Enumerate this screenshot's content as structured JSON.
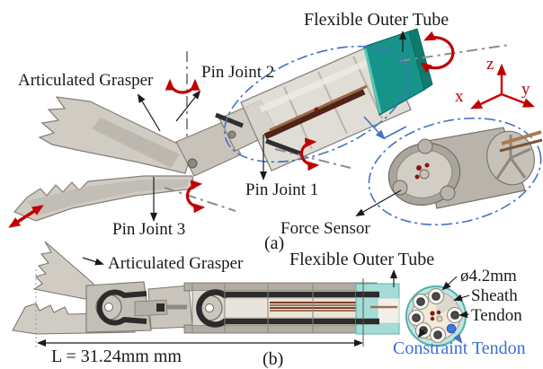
{
  "figure": {
    "panel_a": {
      "caption": "(a)",
      "labels": {
        "flexible_outer_tube": "Flexible Outer Tube",
        "articulated_grasper": "Articulated Grasper",
        "pin_joint_2": "Pin Joint 2",
        "pin_joint_1": "Pin Joint 1",
        "pin_joint_3": "Pin Joint 3",
        "force_sensor": "Force Sensor"
      },
      "coordinate_axes": {
        "x": "x",
        "y": "y",
        "z": "z"
      }
    },
    "panel_b": {
      "caption": "(b)",
      "labels": {
        "articulated_grasper": "Articulated Grasper",
        "flexible_outer_tube": "Flexible Outer Tube",
        "diameter": "ø4.2mm",
        "sheath": "Sheath",
        "tendon": "Tendon",
        "constraint_tendon": "Constraint Tendon",
        "length": "L = 31.24mm mm"
      }
    },
    "colors": {
      "annotation_red": "#c00000",
      "coordinate_axis_red": "#cc0000",
      "dashdot_blue": "#4472c4",
      "constraint_text_blue": "#3b6fd4",
      "tube_teal": "#17948a",
      "tube_teal_light": "#a6dcd6",
      "body_gray": "#ccc8c0",
      "tendon_black": "#2b2b2b",
      "rod_brown": "#a0714c",
      "rod_maroon": "#6b2a1a",
      "background": "#ffffff"
    }
  }
}
